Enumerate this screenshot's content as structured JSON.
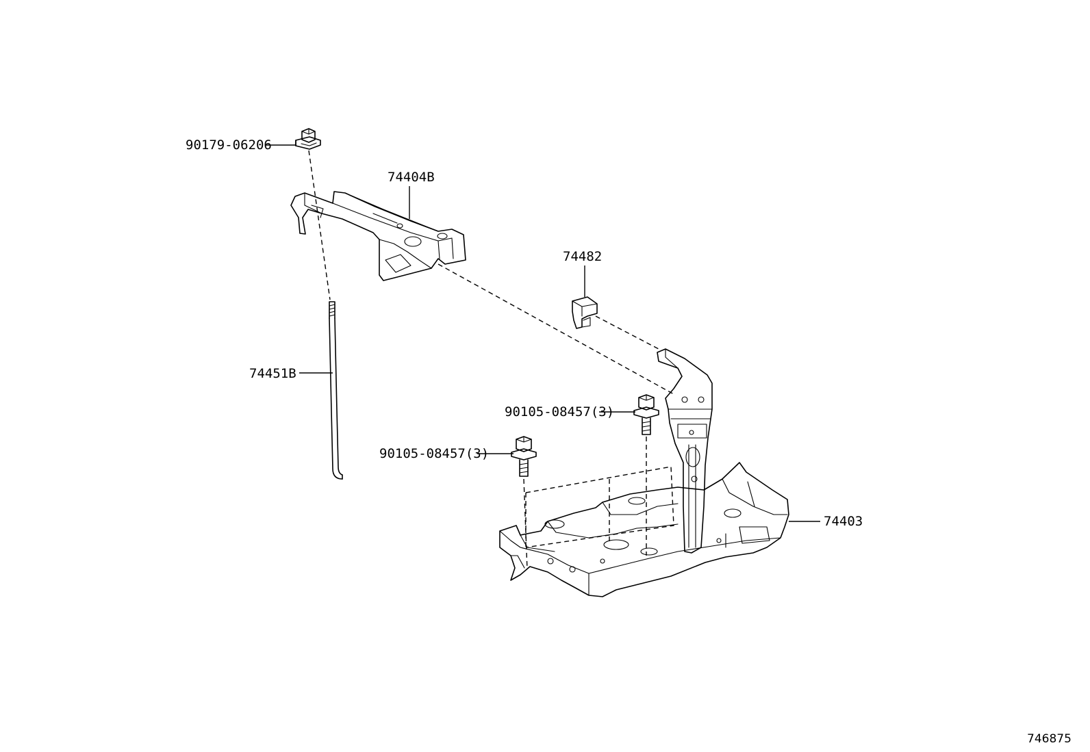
{
  "diagram": {
    "parts": [
      {
        "id": "nut",
        "number": "90179-06206"
      },
      {
        "id": "bracket-upper",
        "number": "74404B"
      },
      {
        "id": "rod",
        "number": "74451B"
      },
      {
        "id": "clamp",
        "number": "74482"
      },
      {
        "id": "bolt-a",
        "number": "90105-08457(3)"
      },
      {
        "id": "bolt-b",
        "number": "90105-08457(3)"
      },
      {
        "id": "tray",
        "number": "74403"
      }
    ],
    "reference_number": "746875"
  }
}
